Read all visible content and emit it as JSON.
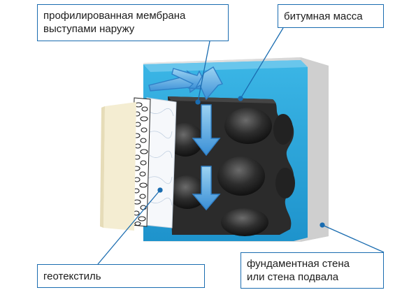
{
  "labels": {
    "membrane_line1": "профилированная мембрана",
    "membrane_line2": "выступами наружу",
    "bitumen": "битумная масса",
    "geotextile": "геотекстиль",
    "wall_line1": "фундаментная стена",
    "wall_line2": "или стена подвала"
  },
  "colors": {
    "leader_line": "#1a6cb0",
    "bitumen": "#2aa8de",
    "membrane": "#2b2b2b",
    "wall": "#e2e2e2",
    "insulation": "#f4edd2",
    "flow_arrow": "#3a8fd6"
  }
}
